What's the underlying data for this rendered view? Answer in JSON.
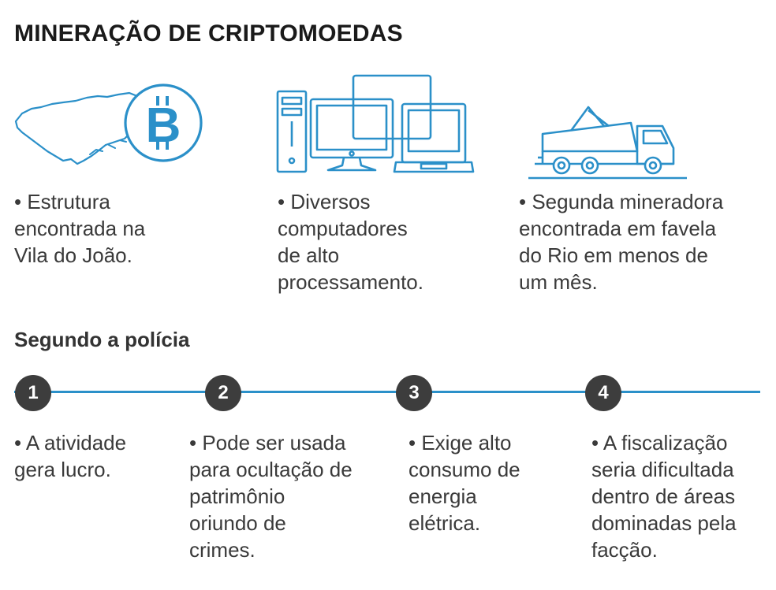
{
  "title": "MINERAÇÃO DE CRIPTOMOEDAS",
  "colors": {
    "accent": "#2b90c9",
    "step_circle": "#3d3d3d",
    "text": "#3a3a3a"
  },
  "features": [
    {
      "icon": "rio-map-bitcoin-icon",
      "lines": [
        "• Estrutura",
        "encontrada na",
        "Vila do João."
      ]
    },
    {
      "icon": "computers-icon",
      "lines": [
        "• Diversos",
        "computadores",
        "de alto",
        "processamento."
      ]
    },
    {
      "icon": "truck-icon",
      "lines": [
        "• Segunda mineradora",
        "encontrada em favela",
        "do Rio em menos de",
        "um mês."
      ]
    }
  ],
  "bitcoin_symbol": "B",
  "subtitle": "Segundo a polícia",
  "steps": [
    {
      "number": "1",
      "lines": [
        "• A atividade",
        "gera lucro."
      ]
    },
    {
      "number": "2",
      "lines": [
        "• Pode ser usada",
        "para ocultação de",
        "patrimônio",
        "oriundo de",
        "crimes."
      ]
    },
    {
      "number": "3",
      "lines": [
        "• Exige alto",
        "consumo de",
        "energia",
        "elétrica."
      ]
    },
    {
      "number": "4",
      "lines": [
        "• A fiscalização",
        "seria dificultada",
        "dentro de áreas",
        "dominadas pela",
        "facção."
      ]
    }
  ]
}
